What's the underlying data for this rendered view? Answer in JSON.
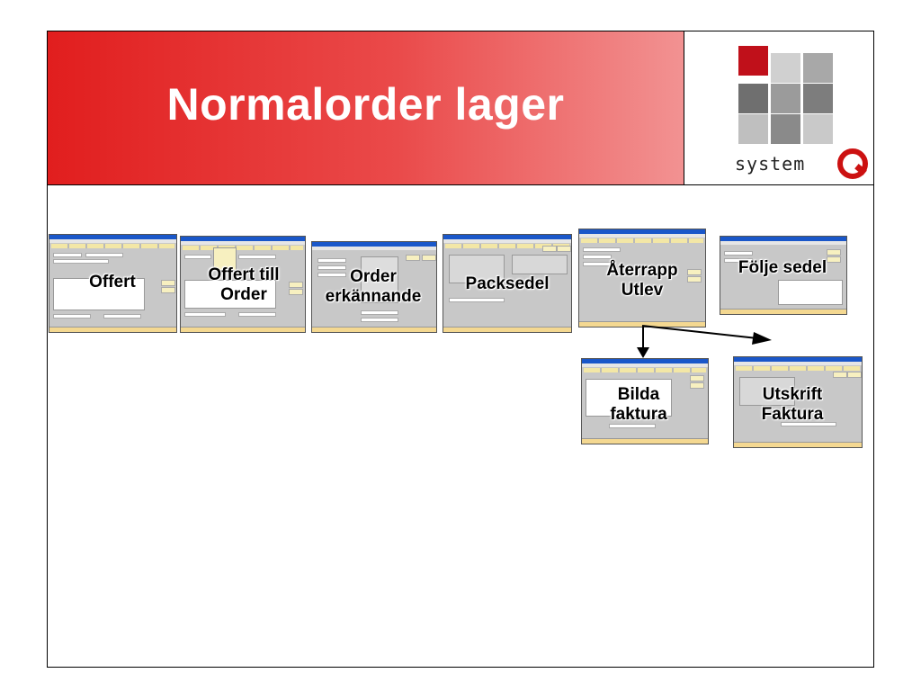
{
  "slide": {
    "title": "Normalorder lager",
    "logo": {
      "text": "system",
      "mark": "Q"
    }
  },
  "steps": [
    {
      "label": "Offert"
    },
    {
      "label": "Offert till Order"
    },
    {
      "label": "Order erkännande"
    },
    {
      "label": "Packsedel"
    },
    {
      "label": "Återrapp Utlev"
    },
    {
      "label": "Följe sedel"
    },
    {
      "label": "Bilda faktura"
    },
    {
      "label": "Utskrift Faktura"
    }
  ],
  "colors": {
    "accent": "#e11e1e",
    "titlebar": "#1a57c9",
    "window": "#c8c8c8"
  }
}
